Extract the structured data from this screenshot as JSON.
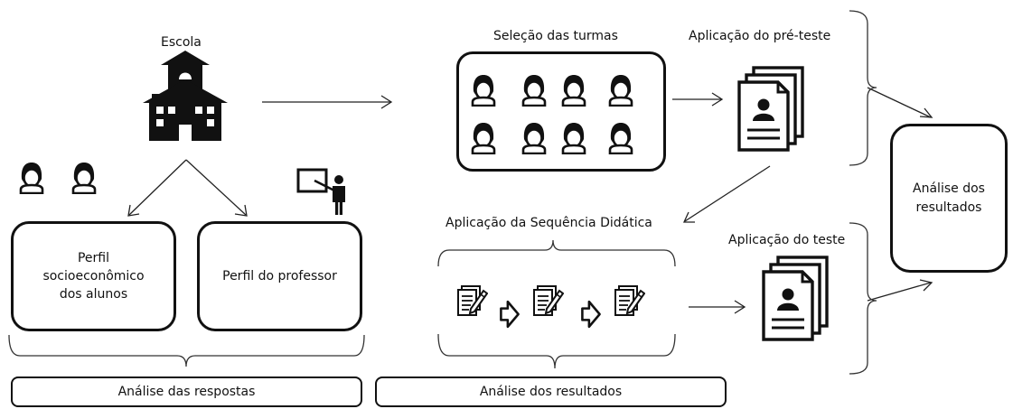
{
  "labels": {
    "escola": "Escola",
    "selecao_turmas": "Seleção das turmas",
    "aplicacao_pre_teste": "Aplicação do pré-teste",
    "aplicacao_sequencia": "Aplicação da Sequência Didática",
    "aplicacao_teste": "Aplicação do teste"
  },
  "boxes": {
    "perfil_alunos": [
      "Perfil",
      "socioeconômico",
      "dos alunos"
    ],
    "perfil_professor": "Perfil do professor",
    "analise_resultados_side": [
      "Análise dos",
      "resultados"
    ]
  },
  "bars": {
    "analise_respostas": "Análise das respostas",
    "analise_resultados": "Análise dos resultados"
  },
  "icons": {
    "school": "school-icon",
    "student": "student-icon",
    "teacher": "teacher-board-icon",
    "document": "document-profile-icon",
    "worksheet": "edit-document-icon",
    "next_arrow": "right-arrow-icon"
  },
  "colors": {
    "stroke": "#111111",
    "background": "#ffffff"
  }
}
